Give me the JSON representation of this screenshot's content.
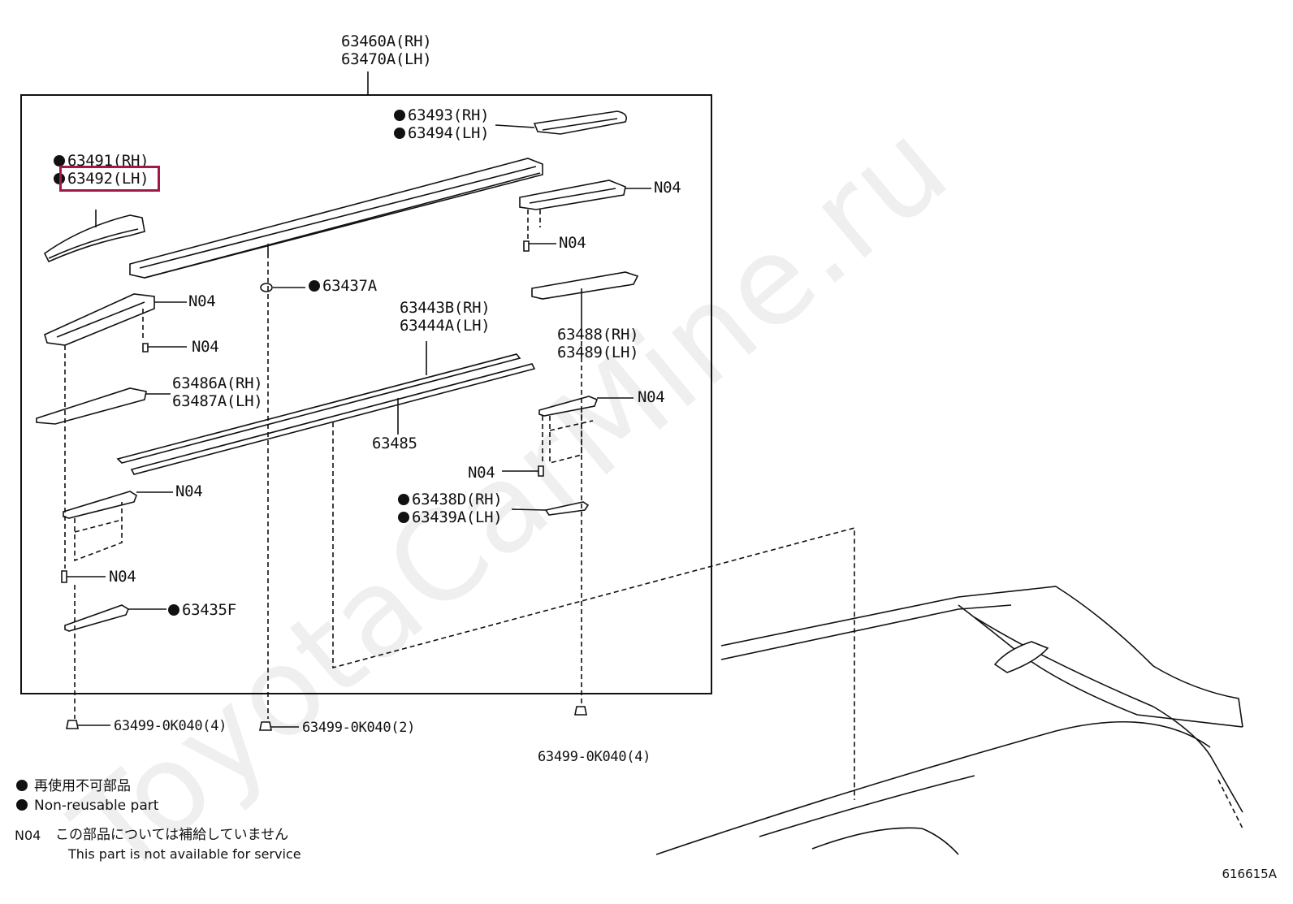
{
  "assembly": {
    "line1": "63460A(RH)",
    "line2": "63470A(LH)"
  },
  "labels": {
    "p63493": {
      "line1": "63493(RH)",
      "line2": "63494(LH)"
    },
    "p63491": {
      "line1": "63491(RH)",
      "line2": "63492(LH)"
    },
    "p63437A": "63437A",
    "p63443": {
      "line1": "63443B(RH)",
      "line2": "63444A(LH)"
    },
    "p63486": {
      "line1": "63486A(RH)",
      "line2": "63487A(LH)"
    },
    "p63485": "63485",
    "p63488": {
      "line1": "63488(RH)",
      "line2": "63489(LH)"
    },
    "p63438": {
      "line1": "63438D(RH)",
      "line2": "63439A(LH)"
    },
    "p63435F": "63435F",
    "clip_left": "63499-0K040(4)",
    "clip_mid": "63499-0K040(2)",
    "clip_right": "63499-0K040(4)",
    "n04": "N04"
  },
  "legend": {
    "jp_nonreusable": "再使用不可部品",
    "en_nonreusable": "Non-reusable part",
    "code": "N04",
    "jp_not_available": "この部品については補給していません",
    "en_not_available": "This part is not available for service"
  },
  "watermark": "ToyotaCarMine.ru",
  "figure_number": "616615A"
}
